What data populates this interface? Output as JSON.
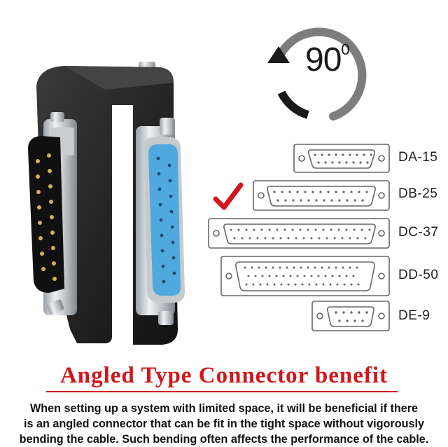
{
  "badge": {
    "angle": "90",
    "degree_mark": "0"
  },
  "connectors": [
    {
      "label": "DA-15",
      "selected": false
    },
    {
      "label": "DB-25",
      "selected": true
    },
    {
      "label": "DC-37",
      "selected": false
    },
    {
      "label": "DD-50",
      "selected": false
    },
    {
      "label": "DE-9",
      "selected": false
    }
  ],
  "headline": "Angled Type Connector benefit",
  "description": {
    "line1": "When setting up a system with limited space, it will be beneficial if there",
    "line2": "is an angled connector that can be fit in the tight space without vigorously",
    "line3": "bending the cable. Such bending often affects the performance of the cable."
  },
  "colors": {
    "accent": "#d2161c",
    "adapter_body": "#1c1c1c",
    "female_insert": "#4fa9df",
    "badge_grey": "#7d7d7d"
  }
}
